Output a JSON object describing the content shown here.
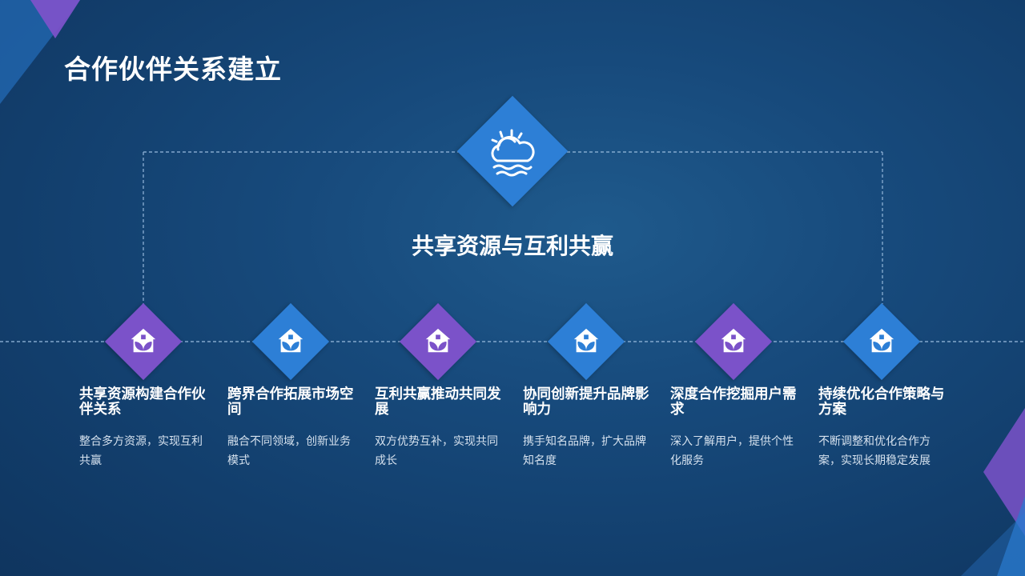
{
  "title": "合作伙伴关系建立",
  "center": {
    "label": "共享资源与互利共赢",
    "icon": "weather-cloud-sun-icon"
  },
  "items": [
    {
      "title": "共享资源构建合作伙伴关系",
      "desc": "整合多方资源，实现互利共赢",
      "color": "#7b52c9",
      "icon": "house-leaf-icon"
    },
    {
      "title": "跨界合作拓展市场空间",
      "desc": "融合不同领域，创新业务模式",
      "color": "#2d7fd6",
      "icon": "house-leaf-icon"
    },
    {
      "title": "互利共赢推动共同发展",
      "desc": "双方优势互补，实现共同成长",
      "color": "#7b52c9",
      "icon": "house-leaf-icon"
    },
    {
      "title": "协同创新提升品牌影响力",
      "desc": "携手知名品牌，扩大品牌知名度",
      "color": "#2d7fd6",
      "icon": "house-leaf-icon"
    },
    {
      "title": "深度合作挖掘用户需求",
      "desc": "深入了解用户，提供个性化服务",
      "color": "#7b52c9",
      "icon": "house-leaf-icon"
    },
    {
      "title": "持续优化合作策略与方案",
      "desc": "不断调整和优化合作方案，实现长期稳定发展",
      "color": "#2d7fd6",
      "icon": "house-leaf-icon"
    }
  ],
  "colors": {
    "purple": "#7b52c9",
    "blue": "#2d7fd6",
    "background": "#174a7c"
  }
}
